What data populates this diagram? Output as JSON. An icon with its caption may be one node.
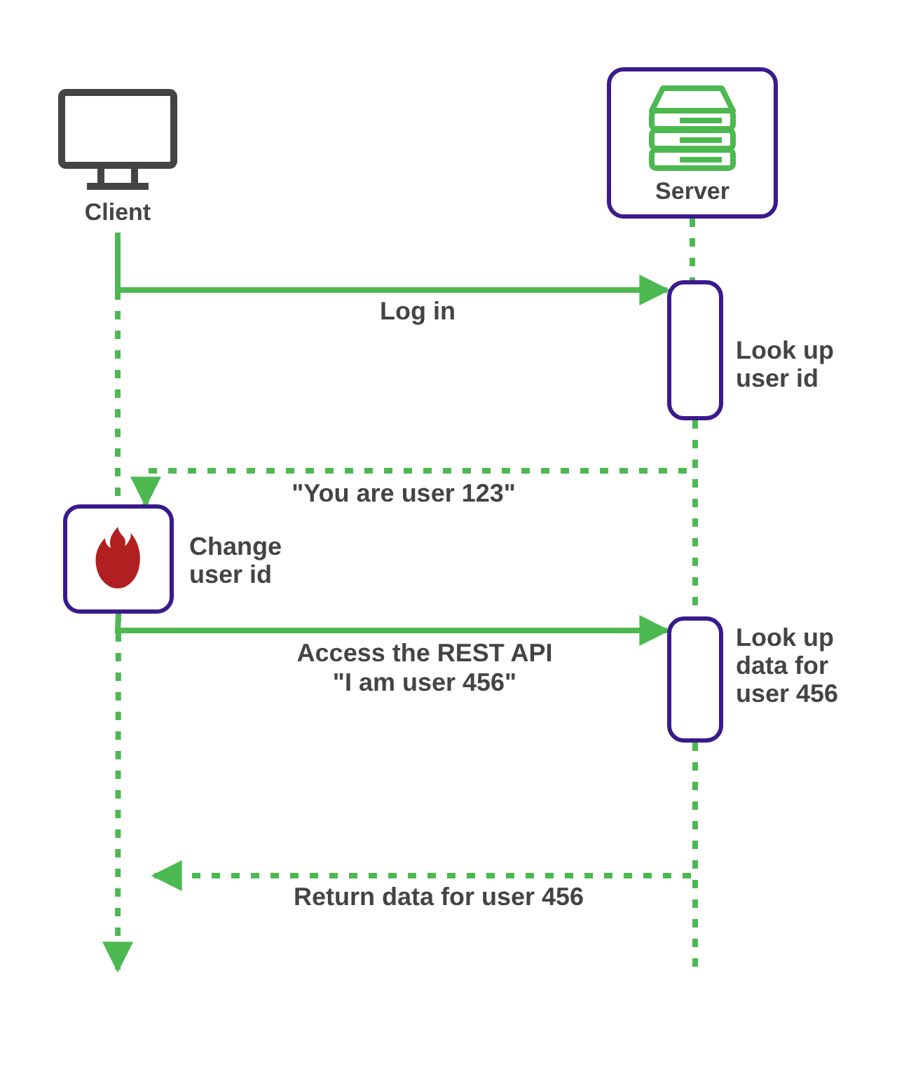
{
  "diagram": {
    "nodes": [
      {
        "text": [
          "Client"
        ]
      },
      {
        "text": [
          "Server"
        ]
      },
      {
        "text": [],
        "shape": "box",
        "beside": [
          "Look up user id"
        ]
      },
      {
        "text": [],
        "shape": "box",
        "beside": [
          "Change user id"
        ]
      },
      {
        "text": [],
        "shape": "box",
        "beside": [
          "Look up data for user 456"
        ]
      }
    ],
    "edges": [
      {
        "from": 0,
        "to": 2,
        "arrow": "to",
        "label": "Log in"
      },
      {
        "from": 2,
        "to": 3,
        "arrow": "to",
        "style": "dashed",
        "label": "\"You are user 123\""
      },
      {
        "from": 3,
        "to": 4,
        "arrow": "to",
        "label": "Access the REST API \"I am user 456\""
      },
      {
        "from": 4,
        "to": null,
        "arrow": "to",
        "style": "dashed",
        "label": "Return data for user 456"
      },
      {
        "from": 0,
        "to": 3,
        "arrow": "none",
        "style": "dashed"
      },
      {
        "from": 3,
        "to": null,
        "arrow": "to",
        "style": "dashed"
      },
      {
        "from": 1,
        "to": 2,
        "arrow": "none",
        "style": "dashed"
      },
      {
        "from": 2,
        "to": 4,
        "arrow": "none",
        "style": "dashed"
      },
      {
        "from": 4,
        "to": null,
        "arrow": "none",
        "style": "dashed"
      }
    ]
  }
}
